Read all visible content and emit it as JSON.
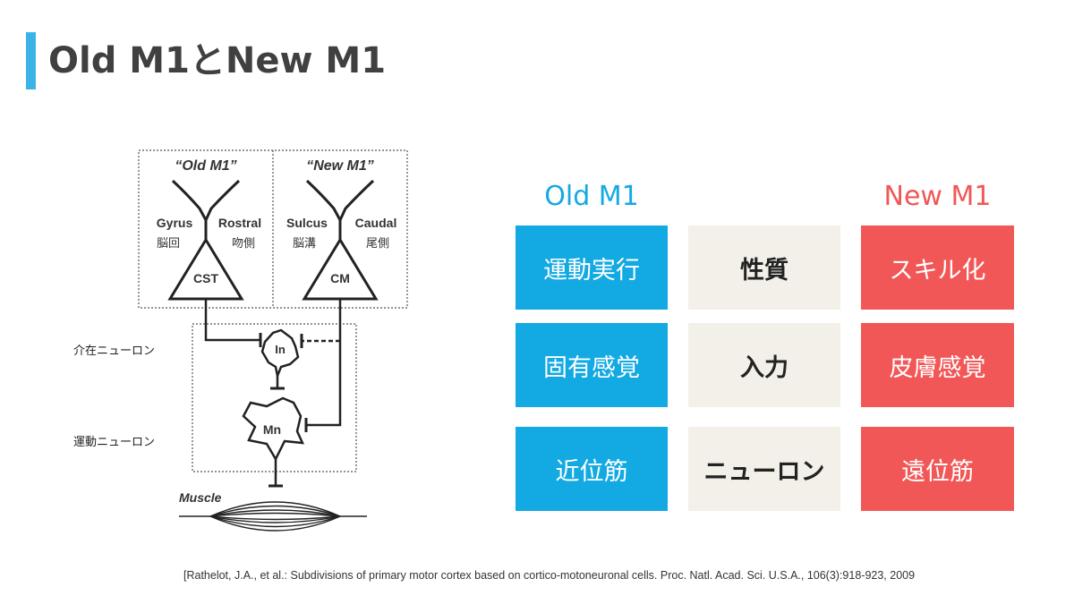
{
  "title": "Old M1とNew M1",
  "diagram": {
    "old_label": "“Old M1”",
    "new_label": "“New M1”",
    "gyrus": "Gyrus",
    "gyrus_ja": "脳回",
    "rostral": "Rostral",
    "rostral_ja": "吻側",
    "sulcus": "Sulcus",
    "sulcus_ja": "脳溝",
    "caudal": "Caudal",
    "caudal_ja": "尾側",
    "cst": "CST",
    "cm": "CM",
    "interneuron_abbr": "In",
    "motoneuron_abbr": "Mn",
    "interneuron_label": "介在ニューロン",
    "motoneuron_label": "運動ニューロン",
    "muscle": "Muscle"
  },
  "table": {
    "old_header": "Old M1",
    "new_header": "New M1",
    "rows": [
      {
        "old": "運動実行",
        "attr": "性質",
        "new": "スキル化"
      },
      {
        "old": "固有感覚",
        "attr": "入力",
        "new": "皮膚感覚"
      },
      {
        "old": "近位筋",
        "attr": "ニューロン",
        "new": "遠位筋"
      }
    ]
  },
  "citation": "[Rathelot, J.A., et al.: Subdivisions of primary motor cortex based on cortico-motoneuronal cells. Proc. Natl. Acad. Sci. U.S.A., 106(3):918-923, 2009",
  "colors": {
    "accent_bar": "#3bb4e5",
    "old_color": "#13a9e2",
    "new_color": "#f25757",
    "mid_cell": "#f2f0e8"
  }
}
